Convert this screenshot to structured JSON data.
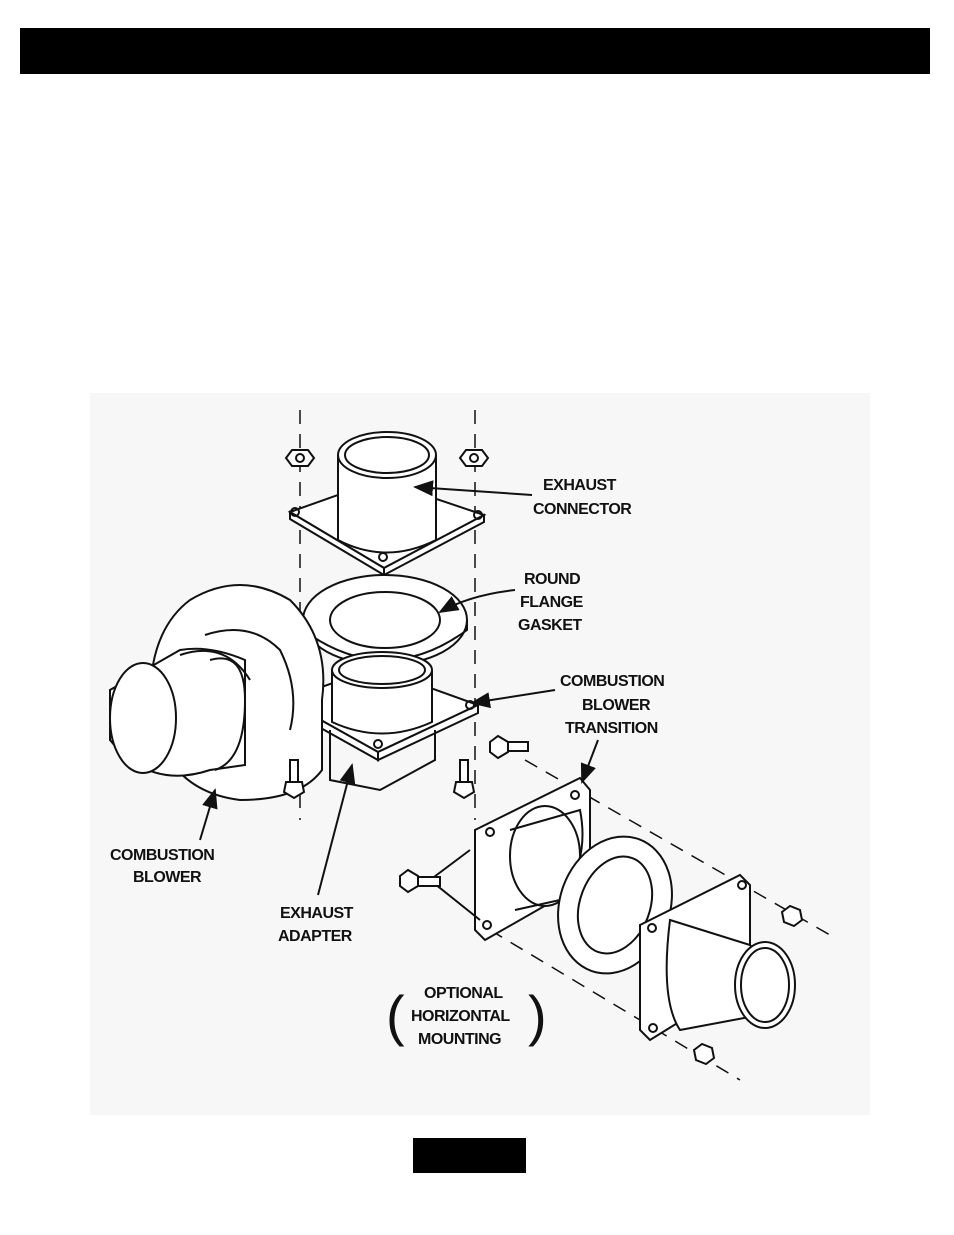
{
  "labels": {
    "exhaust_connector": [
      "EXHAUST",
      "CONNECTOR"
    ],
    "round_flange_gasket": [
      "ROUND",
      "FLANGE",
      "GASKET"
    ],
    "combustion_blower_transition": [
      "COMBUSTION",
      "BLOWER",
      "TRANSITION"
    ],
    "combustion_blower": [
      "COMBUSTION",
      "BLOWER"
    ],
    "exhaust_adapter": [
      "EXHAUST",
      "ADAPTER"
    ],
    "optional_horizontal_mounting": [
      "OPTIONAL",
      "HORIZONTAL",
      "MOUNTING"
    ]
  }
}
